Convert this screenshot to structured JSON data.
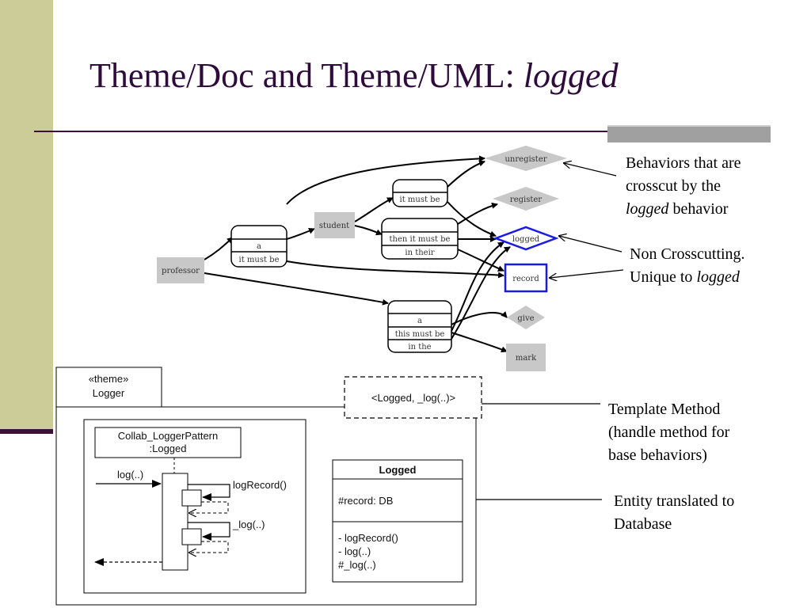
{
  "slide": {
    "title_main": "Theme/Doc and Theme/UML: ",
    "title_emph": "logged"
  },
  "graph": {
    "nodes": {
      "professor": "professor",
      "student": "student",
      "a1": "a",
      "it_must_be1": "it must be",
      "it_must_be2": "it must be",
      "then_it_must_be": "then it must be",
      "in_their": "in their",
      "a2": "a",
      "this_must_be": "this must be",
      "in_the": "in the",
      "unregister": "unregister",
      "register": "register",
      "logged": "logged",
      "record": "record",
      "give": "give",
      "mark": "mark"
    }
  },
  "uml": {
    "theme_stereotype": "«theme»",
    "theme_name": "Logger",
    "template_params": "<Logged, _log(..)>",
    "collab_line1": "Collab_LoggerPattern",
    "collab_line2": ":Logged",
    "msg_log_in": "log(..)",
    "msg_logrecord": "logRecord()",
    "msg_log_self": "_log(..)",
    "class_name": "Logged",
    "class_attr": "#record: DB",
    "class_ops": [
      "- logRecord()",
      "- log(..)",
      "#_log(..)"
    ]
  },
  "callouts": {
    "behaviors_line1": "Behaviors that are",
    "behaviors_line2": "crosscut by the",
    "behaviors_line3_emph": "logged",
    "behaviors_line3_rest": " behavior",
    "noncross_line1": "Non Crosscutting.",
    "noncross_line2": "Unique to ",
    "noncross_line2_emph": "logged",
    "template_line1": "Template Method",
    "template_line2": "(handle method for",
    "template_line3": "base behaviors)",
    "entity_line1": "Entity translated to",
    "entity_line2": "Database"
  }
}
